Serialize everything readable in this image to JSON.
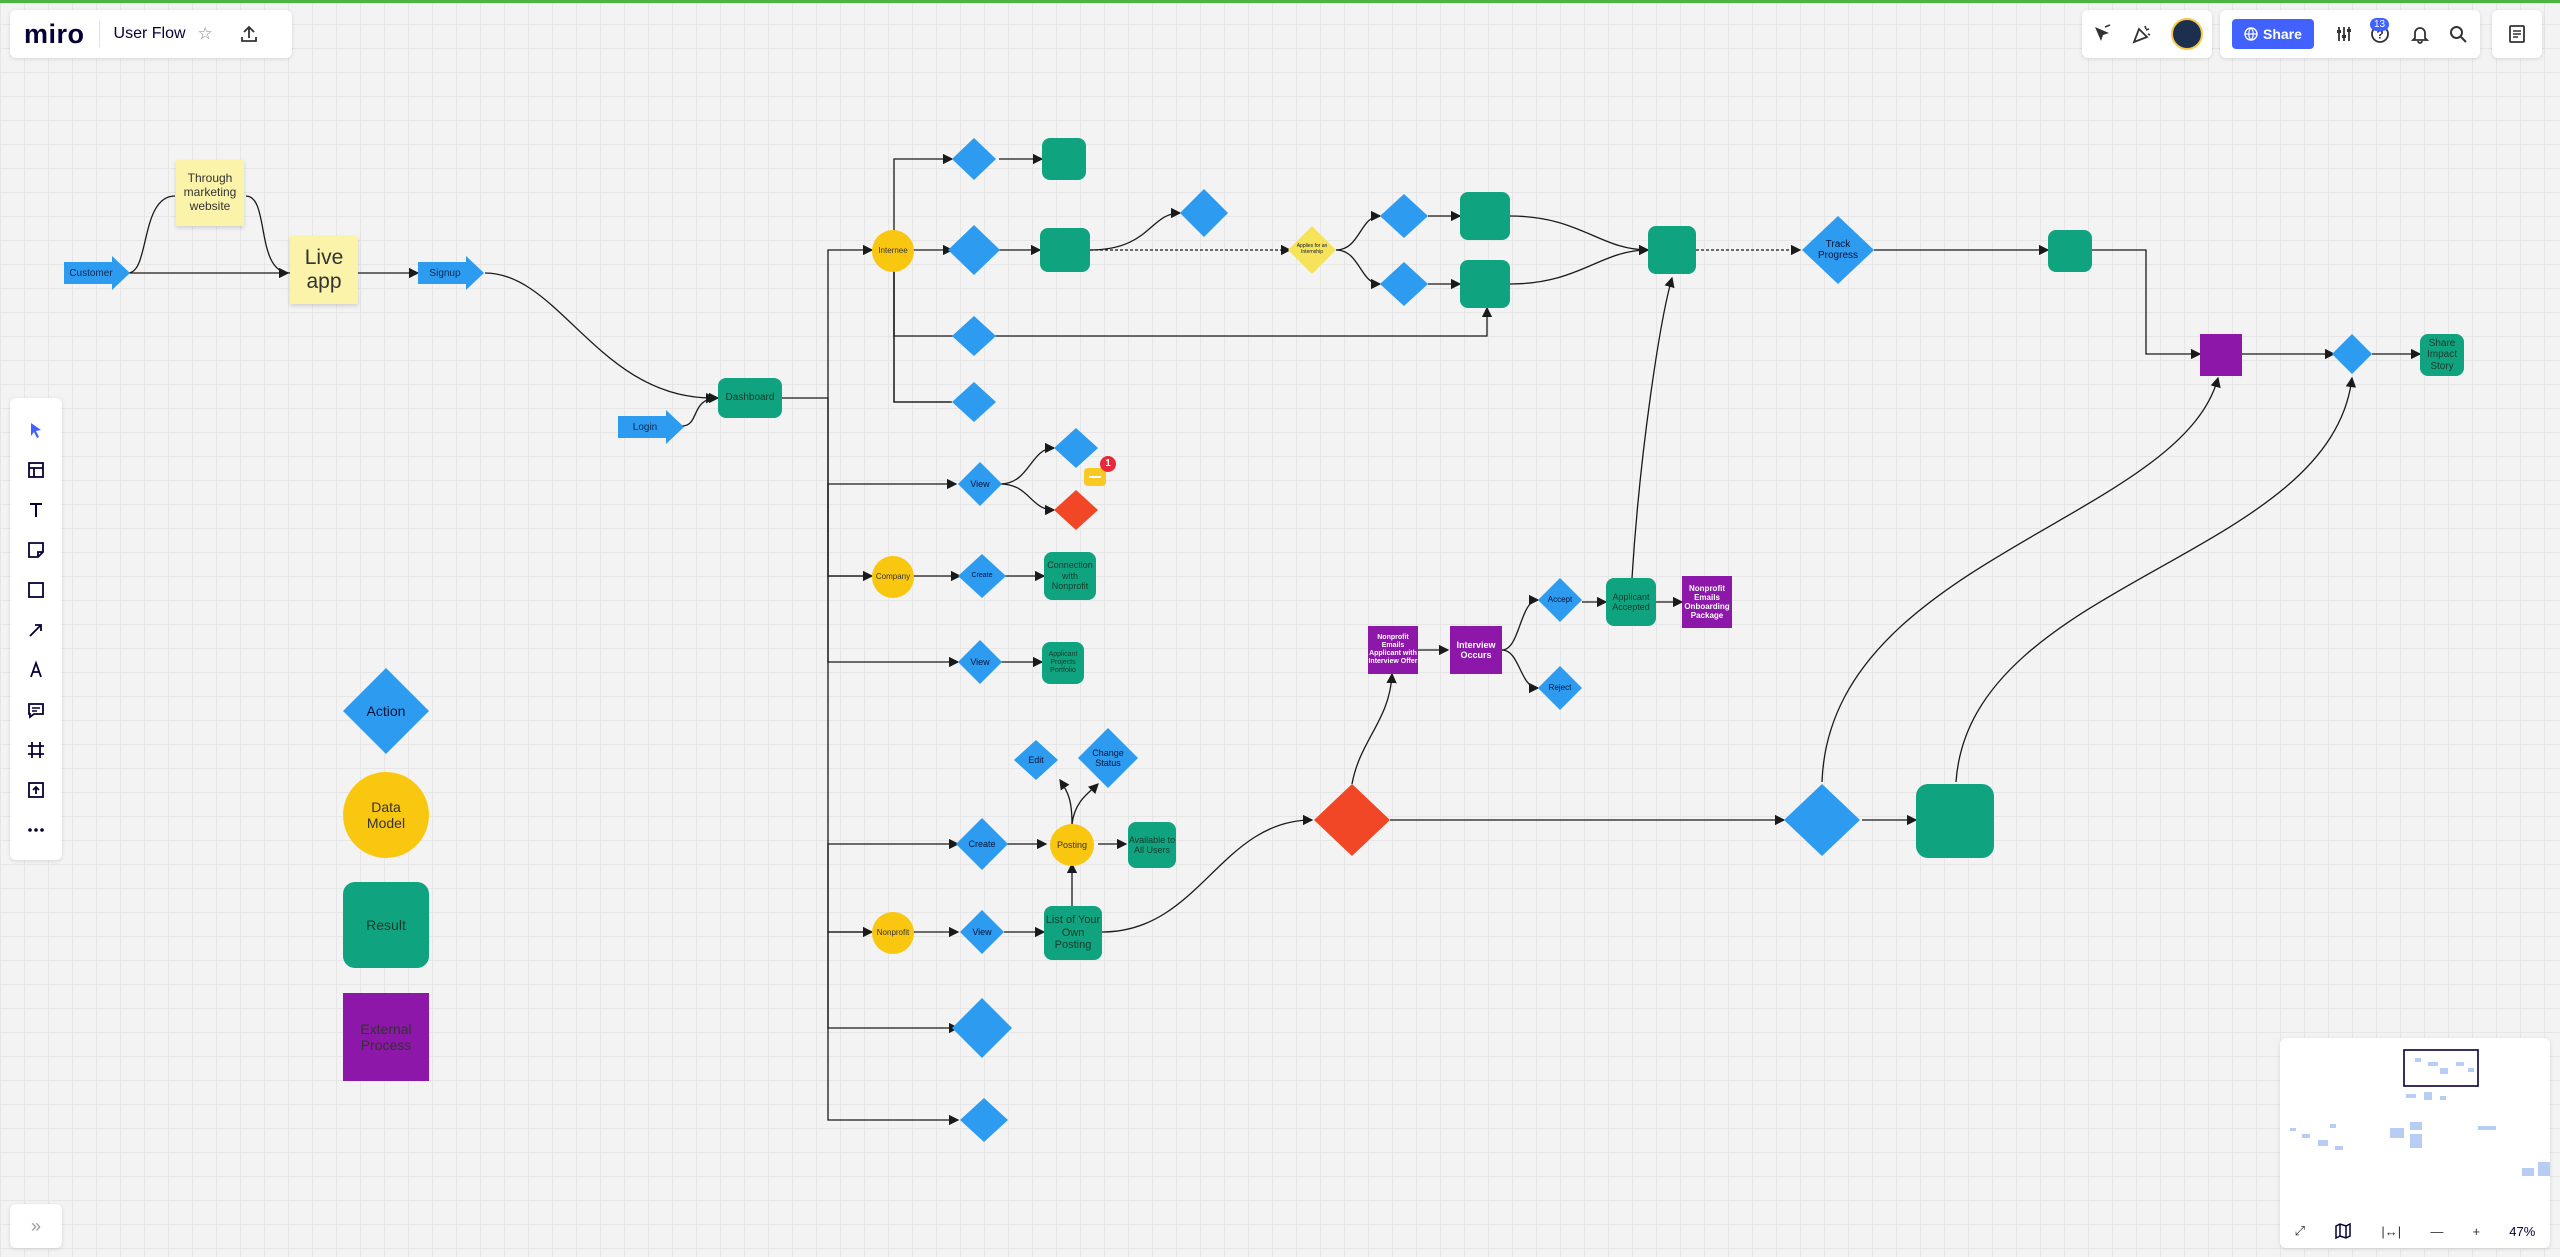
{
  "app": {
    "logo": "miro",
    "board_title": "User Flow",
    "share_label": "Share",
    "help_badge": "13",
    "zoom": "47%"
  },
  "toolbar": {
    "tools": [
      "select",
      "templates",
      "text",
      "sticky-note",
      "shape",
      "connection-line",
      "pen",
      "comment",
      "frame",
      "upload",
      "more"
    ]
  },
  "legend": {
    "action": "Action",
    "data_model": "Data\nModel",
    "result": "Result",
    "external": "External\nProcess"
  },
  "flow": {
    "customer": "Customer",
    "through_marketing": "Through marketing website",
    "live_app": "Live app",
    "signup": "Signup",
    "login": "Login",
    "dashboard": "Dashboard",
    "internee": "Internee",
    "company": "Company",
    "nonprofit": "Nonprofit",
    "view_company": "View",
    "create_company": "Create",
    "view_company2": "View",
    "connection_nonprofit": "Connection with Nonprofit",
    "applicant_project": "Applicant Projects Portfolio",
    "apply_internship": "Applies for an Internship",
    "track_progress": "Track Progress",
    "share_impact": "Share Impact Story",
    "create_np": "Create",
    "view_np": "View",
    "posting": "Posting",
    "edit": "Edit",
    "change_status": "Change Status",
    "available_users": "Available to All Users",
    "list_postings": "List of Your Own Posting",
    "np_emails_offer": "Nonprofit Emails Applicant with Interview Offer",
    "interview_occurs": "Interview Occurs",
    "accept": "Accept",
    "reject": "Reject",
    "applicant_accepted": "Applicant Accepted",
    "np_onboarding": "Nonprofit Emails Onboarding Package",
    "notification_count": "1"
  },
  "colors": {
    "action": "#2d9bf0",
    "data_model": "#fac710",
    "result": "#10a37f",
    "external": "#8c17a8",
    "alert": "#f24726",
    "sticky": "#fbf3a9",
    "brand": "#4262ff"
  }
}
